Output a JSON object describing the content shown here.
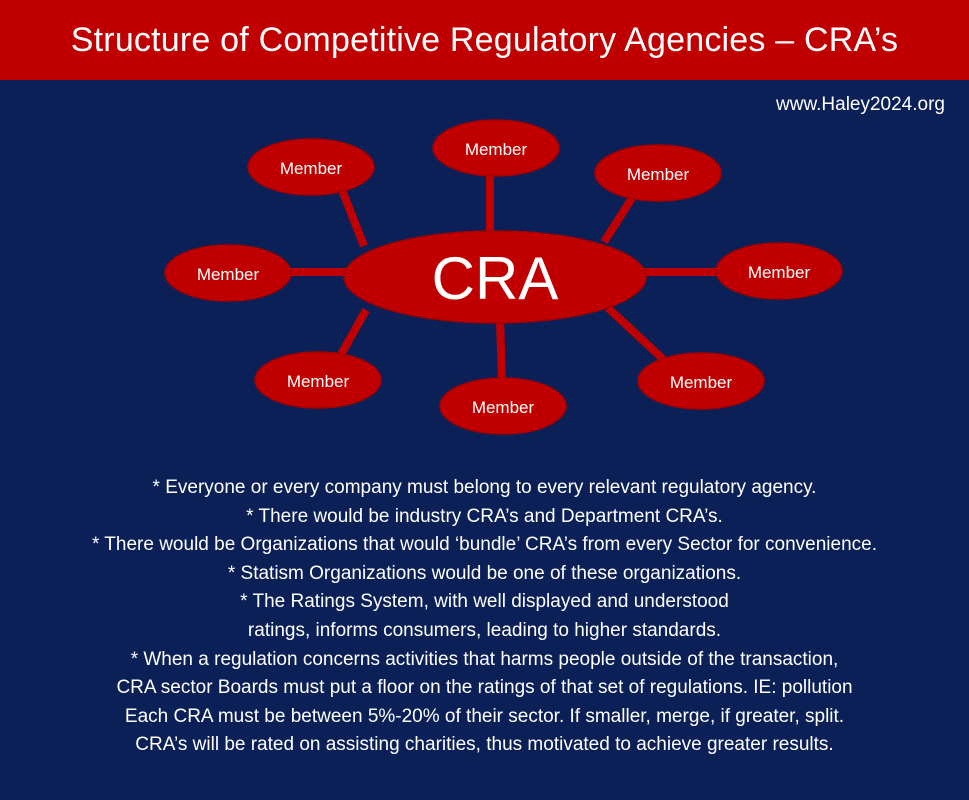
{
  "header": {
    "title": "Structure of Competitive Regulatory Agencies – CRA’s",
    "website": "www.Haley2024.org"
  },
  "diagram": {
    "center_label": "CRA",
    "member_label": "Member",
    "colors": {
      "background": "#0c2058",
      "node_fill": "#c00000",
      "node_stroke": "#a40000",
      "text": "#ffffff"
    }
  },
  "bullets": [
    "* Everyone or every company must belong to every relevant regulatory agency.",
    "* There would be industry CRA’s and Department CRA’s.",
    "* There would be Organizations that would ‘bundle’ CRA’s from every Sector for convenience.",
    "* Statism Organizations would be one of these organizations.",
    "* The Ratings System, with well displayed and understood",
    "ratings, informs consumers, leading to higher standards.",
    "* When a regulation concerns activities that harms people outside of the transaction,",
    "CRA sector Boards must put a floor on the ratings of that set of regulations. IE: pollution",
    "Each CRA must be between 5%-20% of their sector.  If smaller, merge, if greater, split.",
    "CRA’s will be rated on assisting charities, thus motivated to achieve greater results."
  ]
}
